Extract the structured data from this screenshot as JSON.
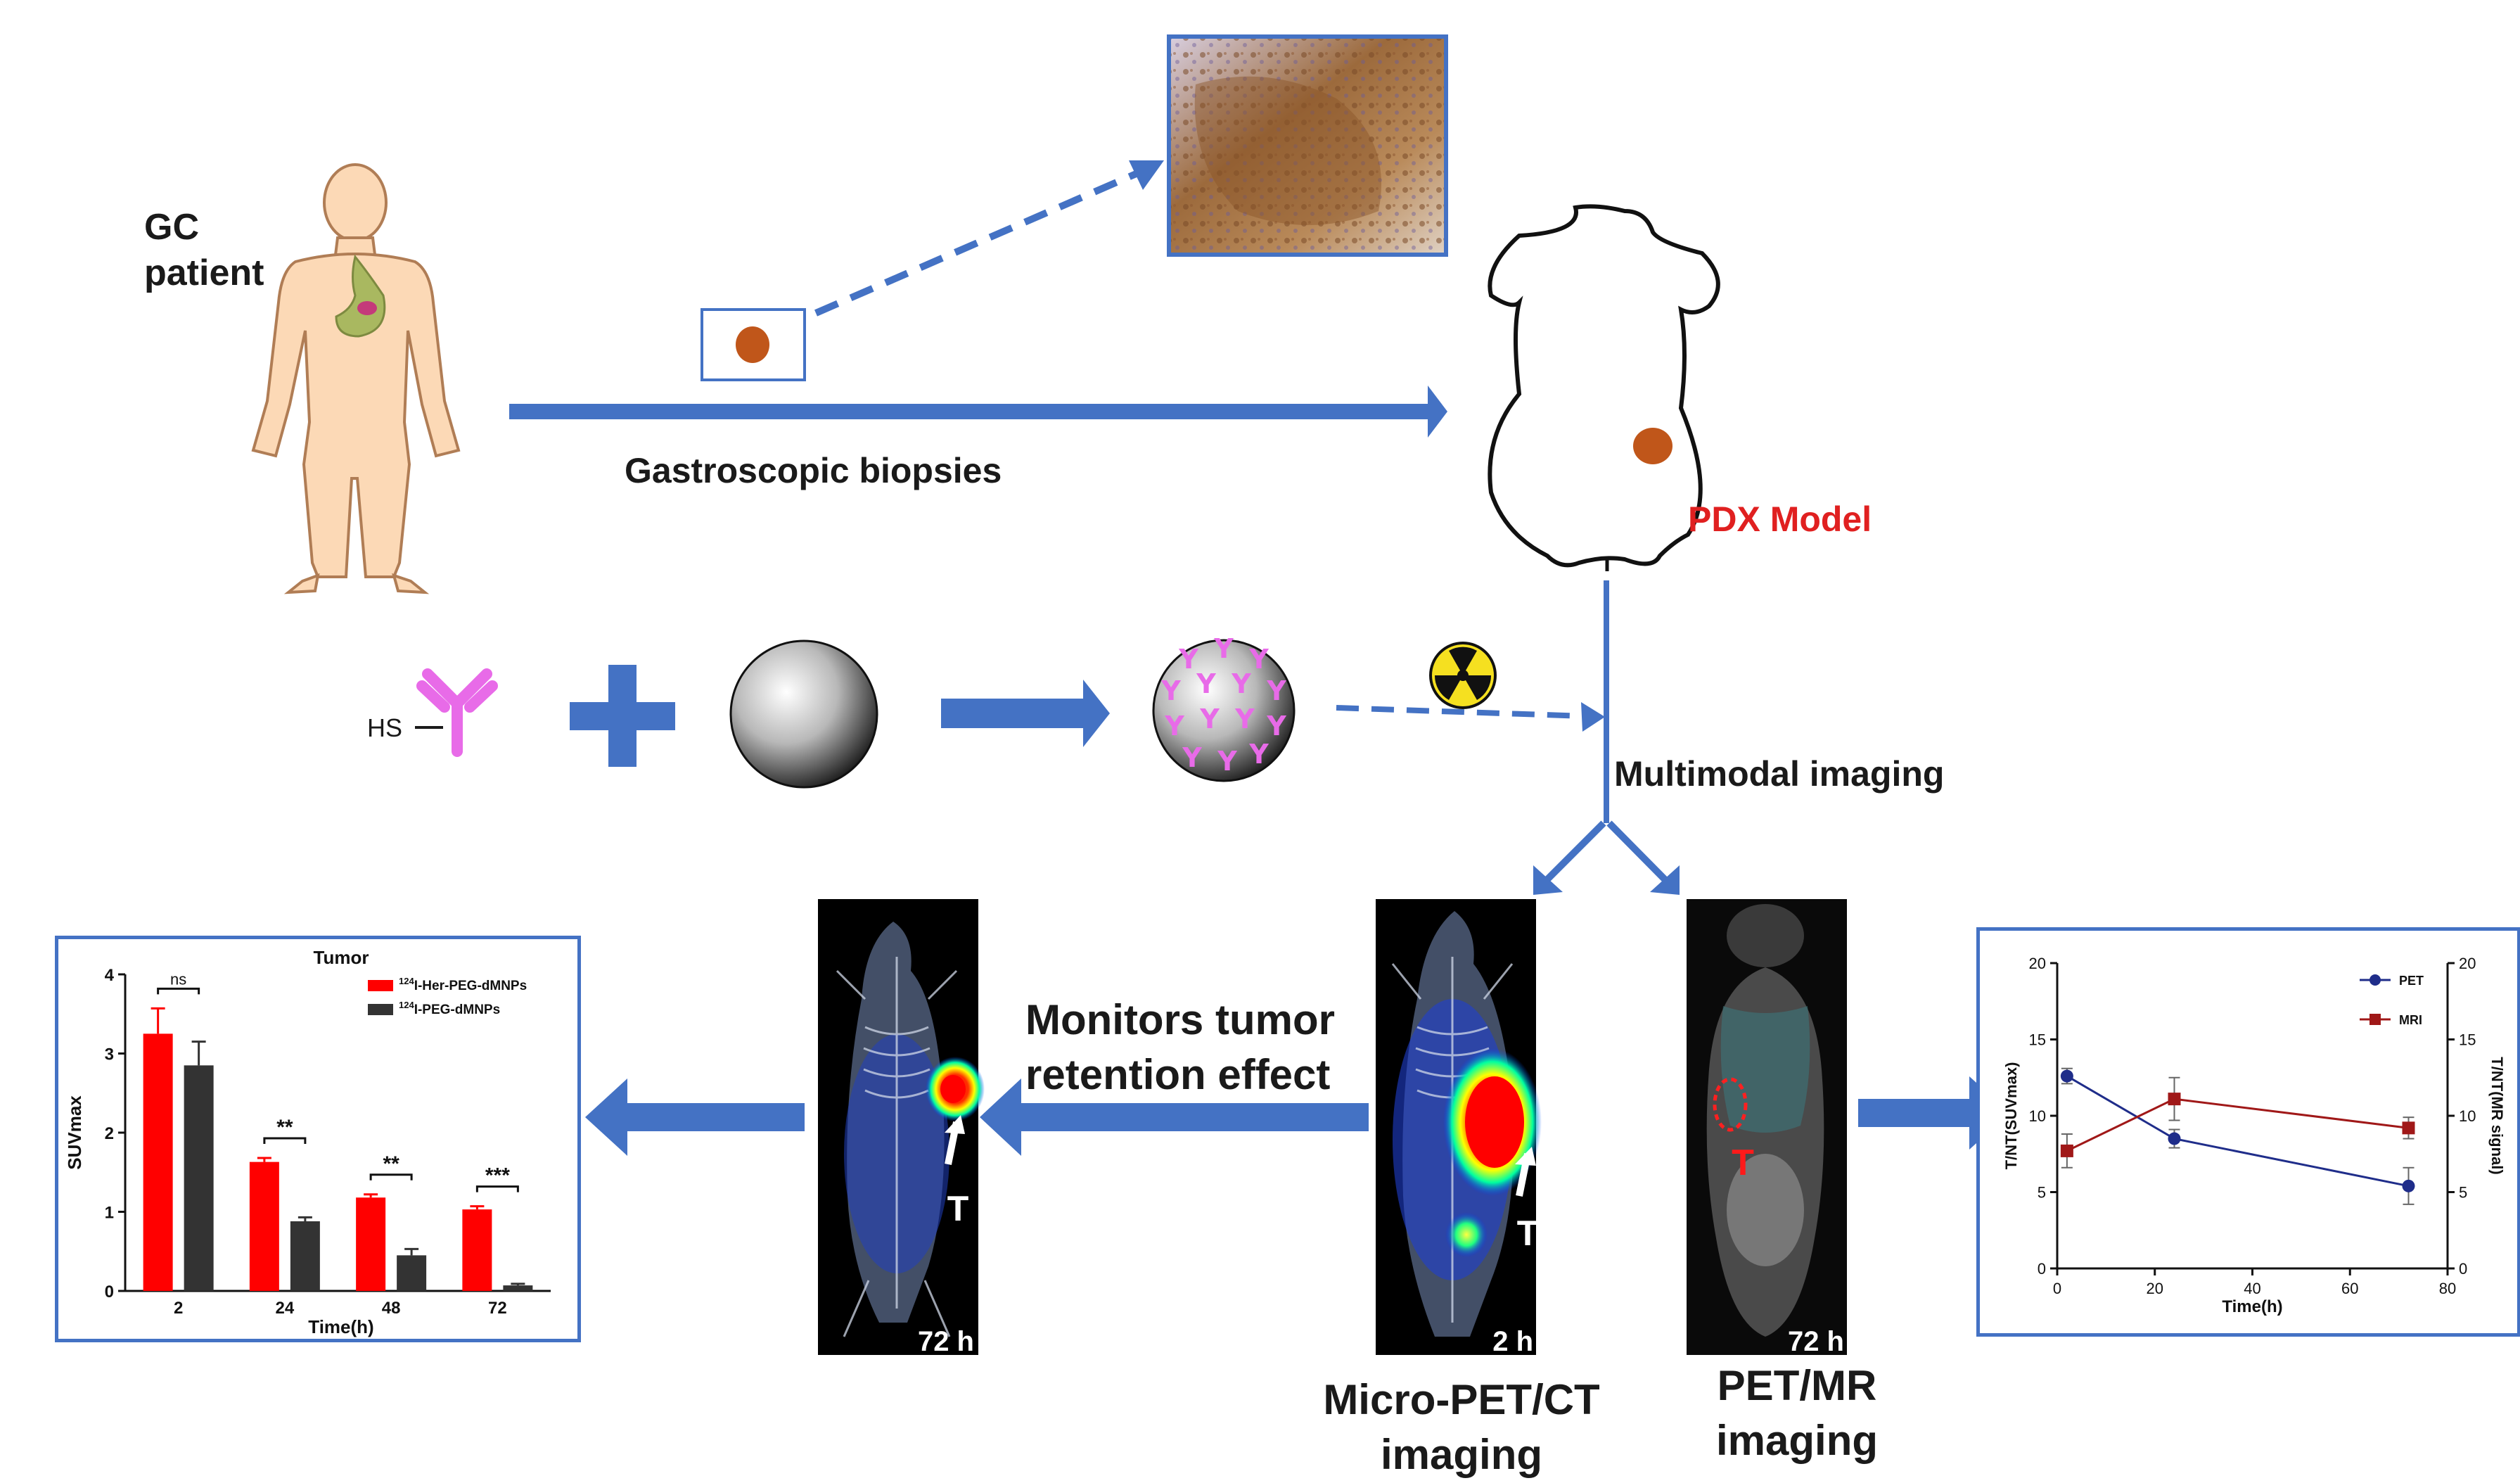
{
  "labels": {
    "gc_patient_line1": "GC",
    "gc_patient_line2": "patient",
    "gastroscopic_biopsies": "Gastroscopic biopsies",
    "pdx_model": "PDX Model",
    "multimodal_imaging": "Multimodal imaging",
    "monitors_line1": "Monitors tumor",
    "monitors_line2": "retention effect",
    "micro_pet_line1": "Micro-PET/CT",
    "micro_pet_line2": "imaging",
    "pet_mr_line1": "PET/MR",
    "pet_mr_line2": "imaging",
    "hs_label": "HS",
    "tumor_marker": "T"
  },
  "scans": {
    "scan1_time": "72 h",
    "scan2_time": "2 h",
    "scan3_time": "72 h"
  },
  "colors": {
    "arrow_blue": "#4472c4",
    "pdx_red": "#e02020",
    "tumor_dot": "#c0561a",
    "antibody_pink": "#e86be8",
    "bar_red": "#ff0000",
    "bar_dark": "#333333",
    "pet_series": "#1f2d8a",
    "mri_series": "#a01818"
  },
  "chart_data": [
    {
      "type": "bar",
      "title": "Tumor",
      "xlabel": "Time(h)",
      "ylabel": "SUVmax",
      "categories": [
        "2",
        "24",
        "48",
        "72"
      ],
      "ylim": [
        0,
        4
      ],
      "yticks": [
        "0",
        "1",
        "2",
        "3",
        "4"
      ],
      "series": [
        {
          "name": "124I-Her-PEG-dMNPs",
          "legend_sup": "124",
          "legend_rest": "I-Her-PEG-dMNPs",
          "values": [
            3.25,
            1.63,
            1.18,
            1.03
          ],
          "errors": [
            0.32,
            0.05,
            0.04,
            0.04
          ]
        },
        {
          "name": "124I-PEG-dMNPs",
          "legend_sup": "124",
          "legend_rest": "I-PEG-dMNPs",
          "values": [
            2.85,
            0.88,
            0.45,
            0.07
          ],
          "errors": [
            0.3,
            0.05,
            0.08,
            0.02
          ]
        }
      ],
      "significance": [
        "ns",
        "**",
        "**",
        "***"
      ]
    },
    {
      "type": "line",
      "xlabel": "Time(h)",
      "ylabel_left": "T/NT(SUVmax)",
      "ylabel_right": "T/NT(MR signal)",
      "xlim": [
        0,
        80
      ],
      "xticks": [
        "0",
        "20",
        "40",
        "60",
        "80"
      ],
      "ylim_left": [
        0,
        20
      ],
      "yticks_left": [
        "0",
        "5",
        "10",
        "15",
        "20"
      ],
      "ylim_right": [
        0,
        20
      ],
      "yticks_right": [
        "0",
        "5",
        "10",
        "15",
        "20"
      ],
      "x": [
        2,
        24,
        72
      ],
      "series": [
        {
          "name": "PET",
          "marker": "circle",
          "values": [
            12.6,
            8.5,
            5.4
          ],
          "errors": [
            0.5,
            0.6,
            1.2
          ]
        },
        {
          "name": "MRI",
          "marker": "square",
          "values": [
            7.7,
            11.1,
            9.2
          ],
          "errors": [
            1.1,
            1.4,
            0.7
          ]
        }
      ]
    }
  ]
}
